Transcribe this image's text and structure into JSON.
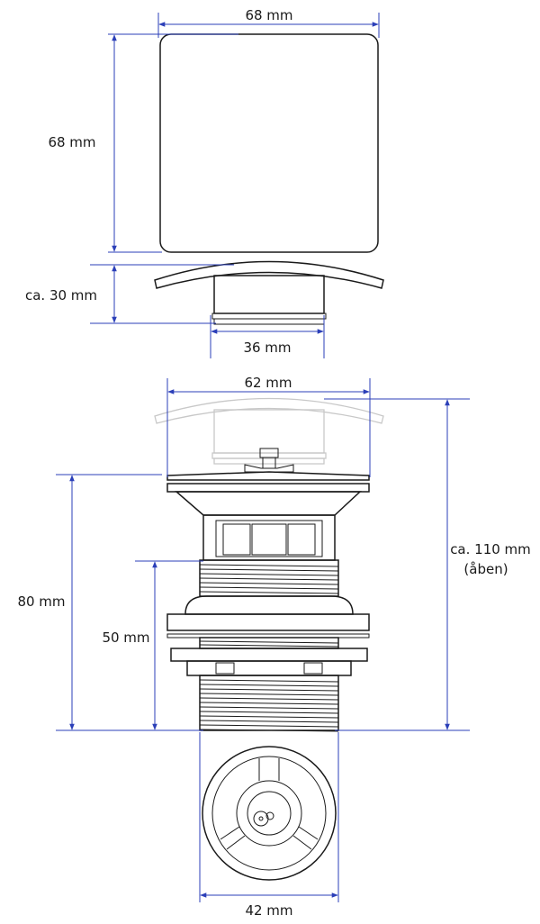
{
  "dimensions": {
    "top_width": "68 mm",
    "top_height": "68 mm",
    "side_height": "ca. 30 mm",
    "stem_width": "36 mm",
    "plate_width": "62 mm",
    "total_height_line1": "ca. 110 mm",
    "total_height_line2": "(åben)",
    "body_height": "80 mm",
    "thread_height": "50 mm",
    "bottom_diameter": "42 mm"
  },
  "colors": {
    "dimension": "#2b3fb8",
    "outline": "#1a1a1a",
    "ghost": "#c8c8c8"
  }
}
